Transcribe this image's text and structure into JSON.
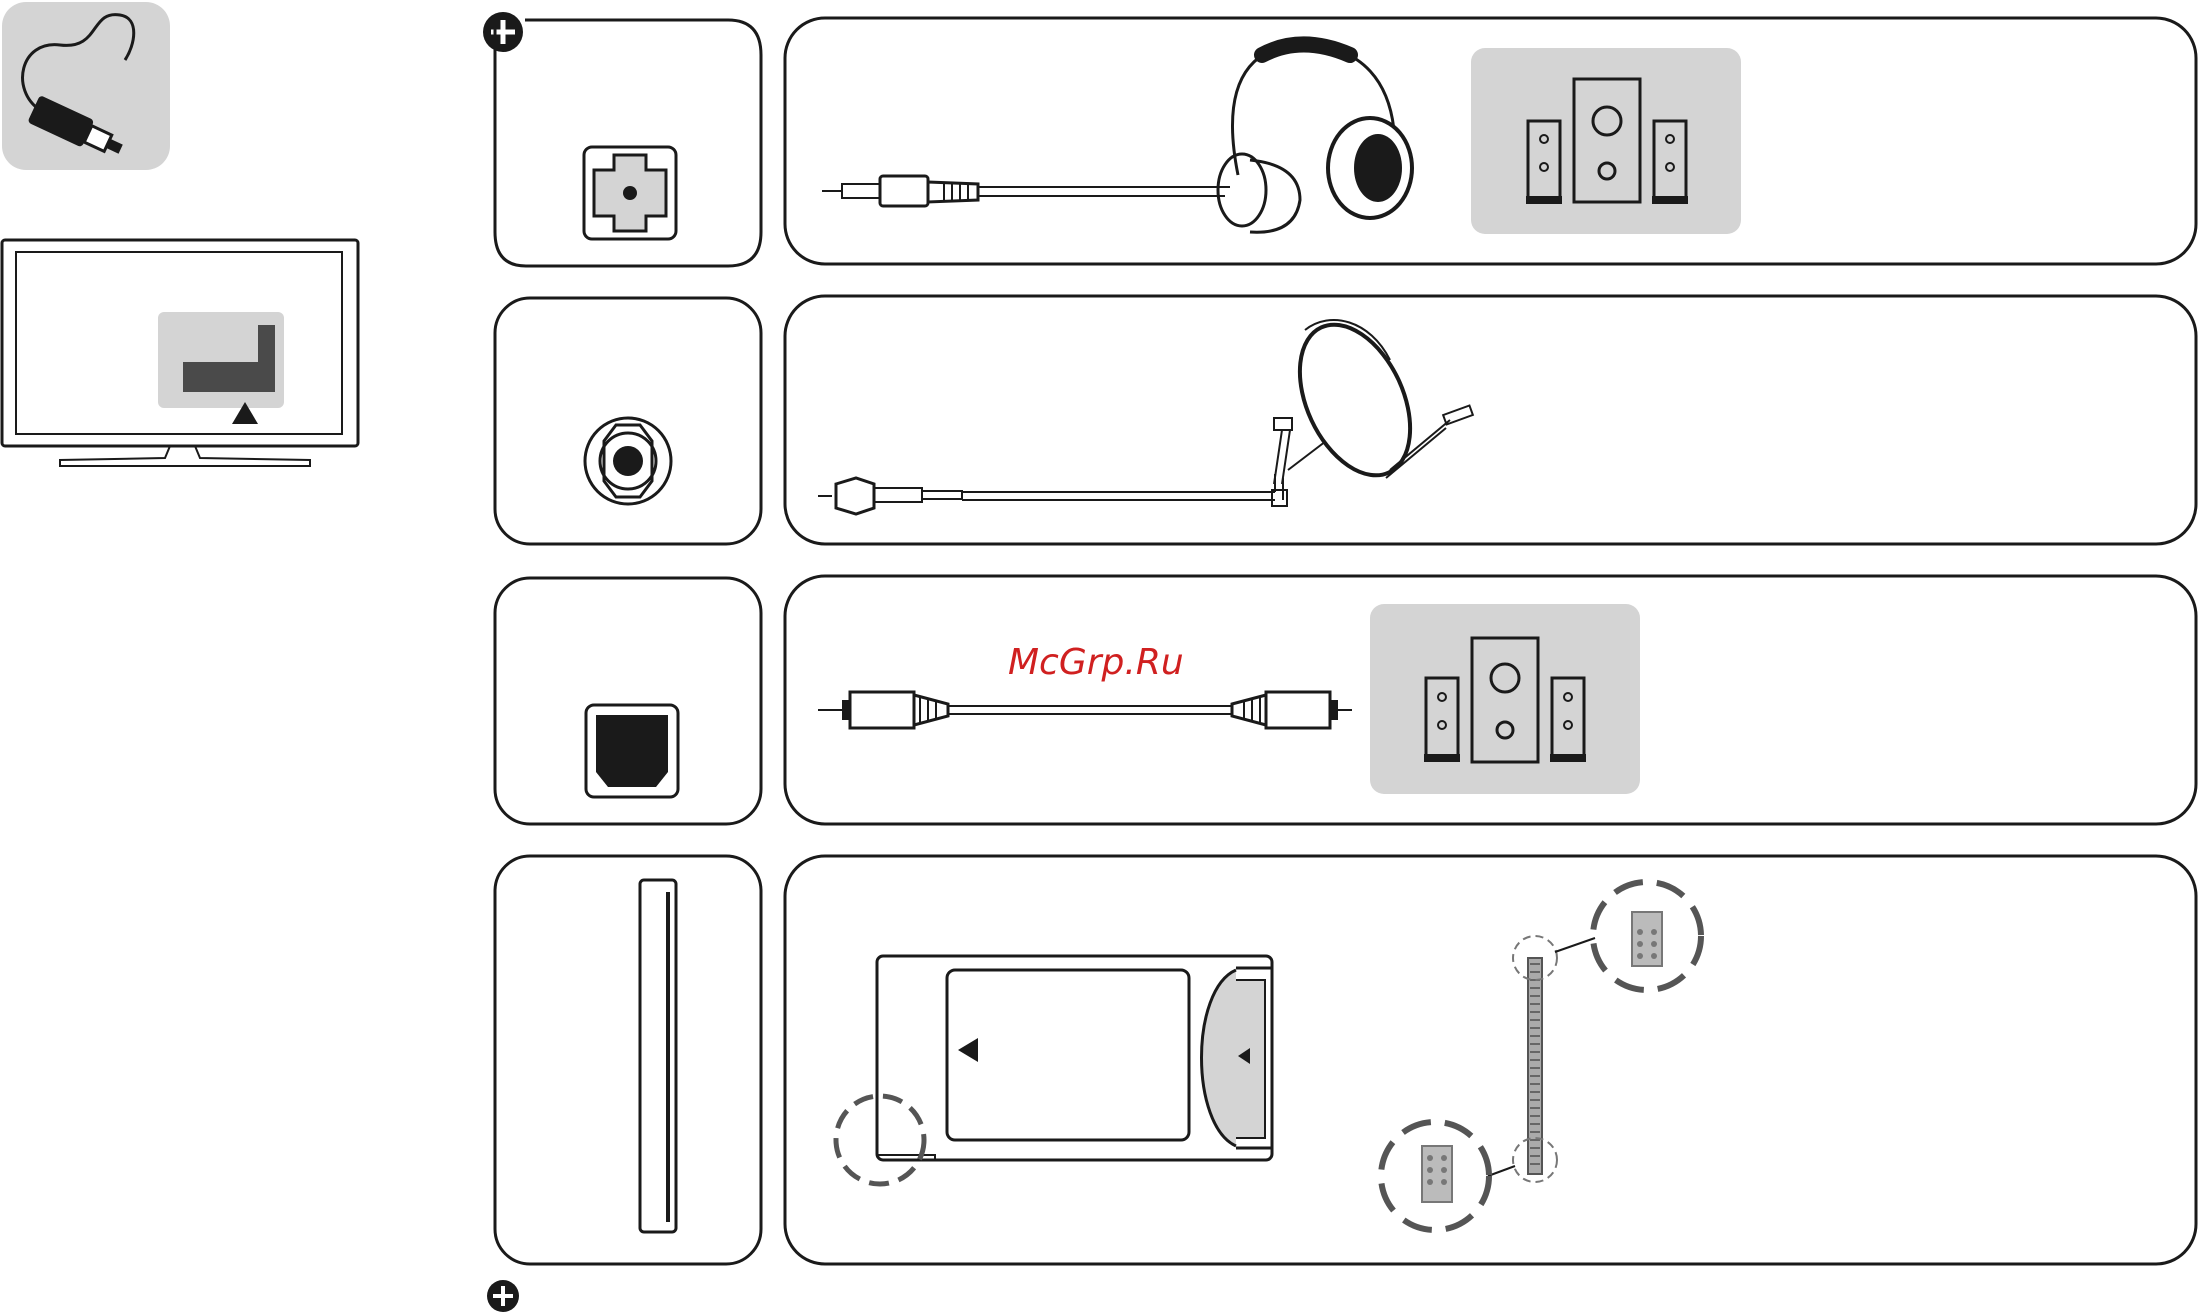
{
  "watermark": {
    "text": "McGrp.Ru"
  },
  "colors": {
    "outline": "#1a1a1a",
    "panel_gray": "#d4d4d4",
    "dark_gray": "#4a4a4a",
    "watermark_red": "#d02020",
    "dash_gray": "#555555"
  },
  "icons": [
    "cable-plug-icon",
    "tv-icon",
    "plus-icon",
    "headphone-jack-icon",
    "headphones-icon",
    "speaker-system-icon",
    "satellite-socket-icon",
    "satellite-dish-icon",
    "optical-port-icon",
    "optical-cable-icon",
    "ci-slot-icon",
    "ci-module-icon",
    "ci-pins-detail-icon"
  ],
  "rows": [
    {
      "port": "headphone-jack",
      "devices": [
        "headphones",
        "speakers"
      ]
    },
    {
      "port": "satellite-input",
      "devices": [
        "satellite-dish"
      ]
    },
    {
      "port": "optical-audio-out",
      "devices": [
        "optical-cable",
        "speakers"
      ]
    },
    {
      "port": "common-interface-slot",
      "devices": [
        "ci-module"
      ]
    }
  ]
}
